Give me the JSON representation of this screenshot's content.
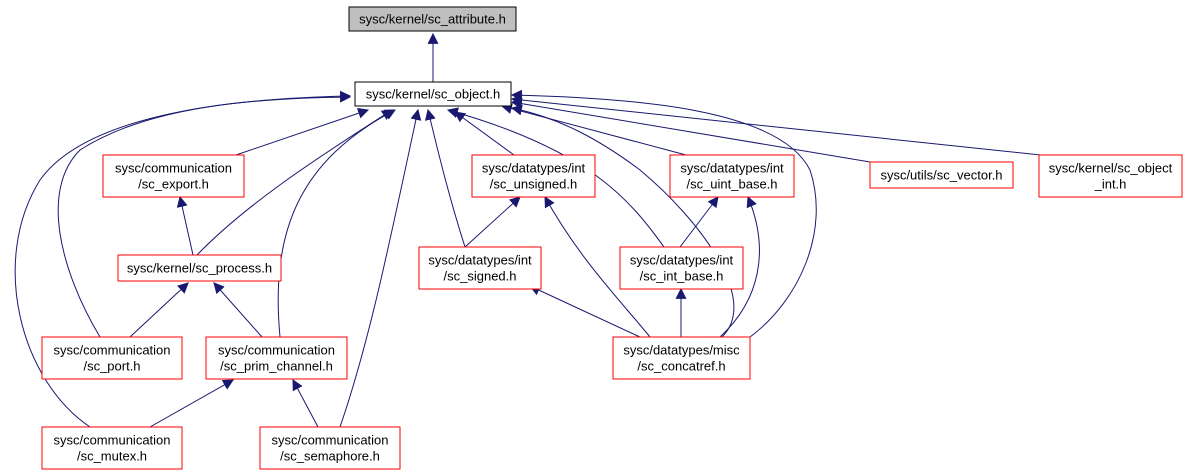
{
  "colors": {
    "edge": "#191970",
    "root_fill": "#bfbfbf",
    "root_border": "#000000",
    "object_border": "#000000",
    "node_border": "#ff0000",
    "background": "#ffffff"
  },
  "nodes": {
    "sc_attribute": {
      "lines": [
        "sysc/kernel/sc_attribute.h"
      ]
    },
    "sc_object": {
      "lines": [
        "sysc/kernel/sc_object.h"
      ]
    },
    "sc_export": {
      "lines": [
        "sysc/communication",
        "/sc_export.h"
      ]
    },
    "sc_unsigned": {
      "lines": [
        "sysc/datatypes/int",
        "/sc_unsigned.h"
      ]
    },
    "sc_uint_base": {
      "lines": [
        "sysc/datatypes/int",
        "/sc_uint_base.h"
      ]
    },
    "sc_vector": {
      "lines": [
        "sysc/utils/sc_vector.h"
      ]
    },
    "sc_object_int": {
      "lines": [
        "sysc/kernel/sc_object",
        "_int.h"
      ]
    },
    "sc_process": {
      "lines": [
        "sysc/kernel/sc_process.h"
      ]
    },
    "sc_signed": {
      "lines": [
        "sysc/datatypes/int",
        "/sc_signed.h"
      ]
    },
    "sc_int_base": {
      "lines": [
        "sysc/datatypes/int",
        "/sc_int_base.h"
      ]
    },
    "sc_port": {
      "lines": [
        "sysc/communication",
        "/sc_port.h"
      ]
    },
    "sc_prim_channel": {
      "lines": [
        "sysc/communication",
        "/sc_prim_channel.h"
      ]
    },
    "sc_concatref": {
      "lines": [
        "sysc/datatypes/misc",
        "/sc_concatref.h"
      ]
    },
    "sc_mutex": {
      "lines": [
        "sysc/communication",
        "/sc_mutex.h"
      ]
    },
    "sc_semaphore": {
      "lines": [
        "sysc/communication",
        "/sc_semaphore.h"
      ]
    }
  }
}
